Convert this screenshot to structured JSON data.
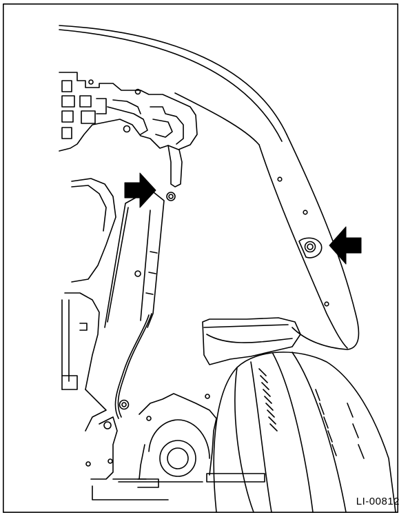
{
  "figure": {
    "reference_id": "LI-00812",
    "colors": {
      "line": "#000000",
      "background": "#ffffff",
      "arrow_fill": "#000000"
    },
    "arrows": [
      {
        "name": "left-arrow",
        "direction": "right"
      },
      {
        "name": "right-arrow",
        "direction": "left"
      }
    ]
  }
}
